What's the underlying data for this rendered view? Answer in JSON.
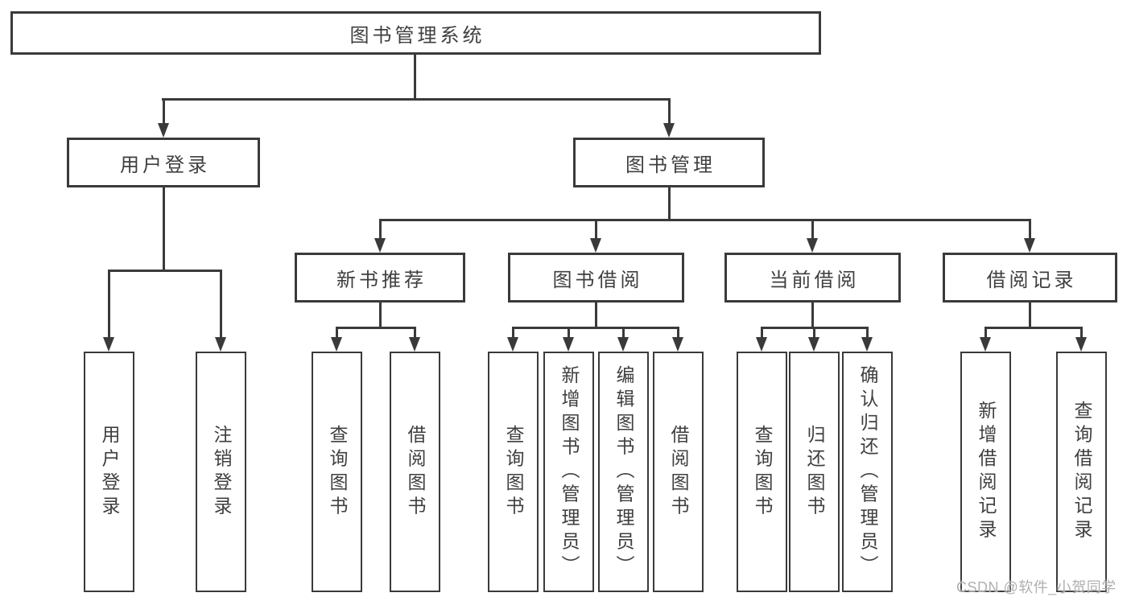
{
  "diagram_title": "图书管理系统",
  "tree": {
    "root": {
      "label": "图书管理系统"
    },
    "branches": [
      {
        "label": "用户登录",
        "children": [
          {
            "label": "用户登录"
          },
          {
            "label": "注销登录"
          }
        ]
      },
      {
        "label": "图书管理",
        "groups": [
          {
            "label": "新书推荐",
            "children": [
              {
                "label": "查询图书"
              },
              {
                "label": "借阅图书"
              }
            ]
          },
          {
            "label": "图书借阅",
            "children": [
              {
                "label": "查询图书"
              },
              {
                "label": "新增图书（管理员）"
              },
              {
                "label": "编辑图书（管理员）"
              },
              {
                "label": "借阅图书"
              }
            ]
          },
          {
            "label": "当前借阅",
            "children": [
              {
                "label": "查询图书"
              },
              {
                "label": "归还图书"
              },
              {
                "label": "确认归还（管理员）"
              }
            ]
          },
          {
            "label": "借阅记录",
            "children": [
              {
                "label": "新增借阅记录"
              },
              {
                "label": "查询借阅记录"
              }
            ]
          }
        ]
      }
    ]
  },
  "watermark": "CSDN @软件_小贺同学",
  "colors": {
    "line": "#3a3a3a",
    "box_border": "#3a3a3a",
    "box_fill": "#ffffff",
    "text": "#3f3f3f",
    "watermark": "#b0b0b0",
    "background": "#ffffff"
  }
}
